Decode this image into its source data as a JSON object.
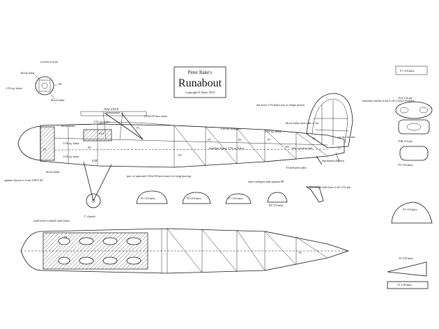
{
  "title_block": {
    "line1": "Peter Rake's",
    "name": "Runabout",
    "copyright": "Copyright P. Rake 2015"
  },
  "labels": {
    "section_at_nose": "section at nose",
    "block_balsa_a": "block balsa",
    "sq_balsa_116": "1/16 sq. balsa",
    "f6": "F6",
    "block_balsa_b": "block balsa",
    "balance": "BALANCE",
    "bass_struts": "1/16x1/8 bass struts",
    "block_balsa_c": "block balsa",
    "sq_132": "1/32 sq. balsa",
    "f2a": "F2A",
    "f1": "F1",
    "f1_left": "F1",
    "sq_116_b": "1/16 sq. balsa",
    "m": "M",
    "f2b": "F2B",
    "sq_116_c": "1/16 sq. balsa",
    "f4": "F4",
    "block_balsa_d": "block balsa",
    "spinner": "spinner shown is from UM P-40",
    "bracing": "pos. of optional 1/16x1/8 bass struts for wing bracing",
    "wheels": "1\" wheels",
    "stringers": "1/16 sq. stringers",
    "f5": "F5",
    "fuselage_frame": "fuselage frame 1/16 sq. balsa",
    "f6b": "F6",
    "f7": "F7",
    "f8": "F8",
    "sq_116_d": "1/16 sq. balsa",
    "t1": "T1",
    "tail_from": "tail from 1/16 balsa size or shape shown",
    "block_balsa_e": "block balsa each side of fin",
    "laminate": "laminate outline from 4 off 1/32x1/16 balsa",
    "slot_this_side": "slot: ovit this side",
    "cut_slot": "cut slot for tail",
    "t2": "T2",
    "horn": "horn",
    "t5_between": "T5 between sides",
    "laminated_skid_a": "laminated skid",
    "outer_stringers": "outer stringers butt against F8",
    "f8_part": "F8 1/16 balsa",
    "laminated_skid_b": "laminated skid from 2 off 1/32 ply",
    "f5_part": "F5 1/16 balsa",
    "f6_part": "F6 1/16 balsa",
    "f7_part": "F7 1/16 balsa",
    "sand_front": "sand front to match side thrust",
    "m_top": "M",
    "t5_top": "T5",
    "f1_part": "F1 1/16 balsa",
    "f2a_part": "F2A 1/32 ply",
    "f2b_part": "F2B 1/32 ply",
    "f3_part": "F3 1/16 balsa",
    "f4_part": "F4 1/16 balsa",
    "t5_part": "T5 1/16 balsa",
    "t1_part": "T1 1/16 balsa"
  }
}
